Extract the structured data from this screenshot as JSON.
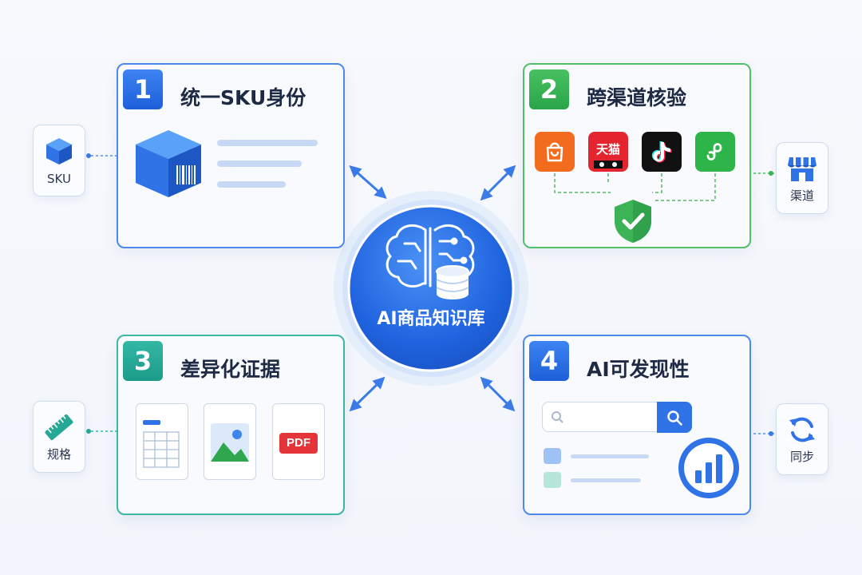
{
  "hub": {
    "title": "AI商品知识库"
  },
  "cards": [
    {
      "number": "1",
      "title": "统一SKU身份"
    },
    {
      "number": "2",
      "title": "跨渠道核验"
    },
    {
      "number": "3",
      "title": "差异化证据"
    },
    {
      "number": "4",
      "title": "AI可发现性"
    }
  ],
  "side_nodes": [
    {
      "label": "SKU",
      "icon": "box-icon"
    },
    {
      "label": "渠道",
      "icon": "store-icon"
    },
    {
      "label": "规格",
      "icon": "ruler-icon"
    },
    {
      "label": "同步",
      "icon": "sync-icon"
    }
  ],
  "channels": [
    {
      "name": "shopping-bag",
      "text": "",
      "color": "#f36b1c"
    },
    {
      "name": "tmall",
      "text": "天猫",
      "color": "#e4252f"
    },
    {
      "name": "tiktok",
      "text": "",
      "color": "#111111"
    },
    {
      "name": "mini-program",
      "text": "",
      "color": "#2db54a"
    }
  ],
  "evidence_docs": [
    {
      "type": "spreadsheet"
    },
    {
      "type": "image"
    },
    {
      "type": "pdf",
      "text": "PDF"
    }
  ],
  "colors": {
    "blue": "#2f73e6",
    "green": "#3cb357",
    "teal": "#26a895",
    "text": "#1e2a44"
  }
}
